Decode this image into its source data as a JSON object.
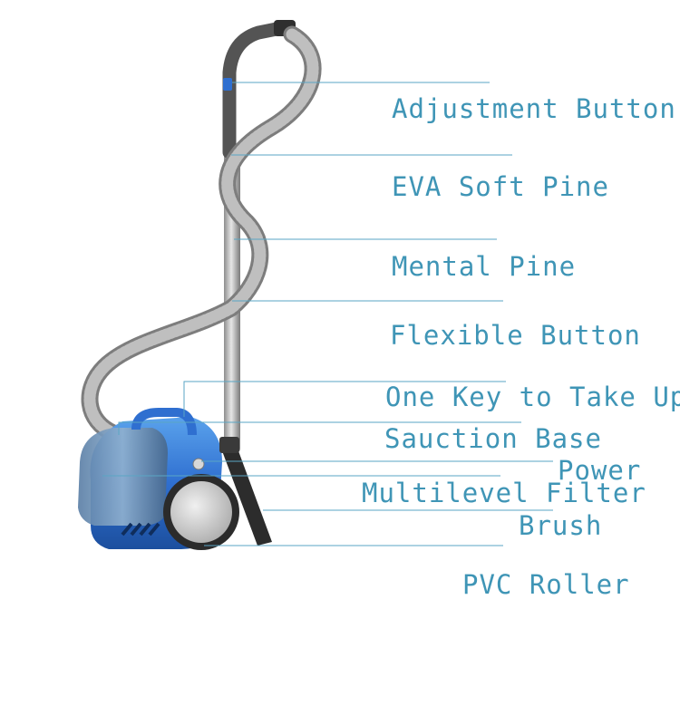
{
  "diagram": {
    "labels": {
      "adjustment_button": "Adjustment Button",
      "eva_soft_pine": "EVA Soft Pine",
      "mental_pine": "Mental Pine",
      "flexible_button": "Flexible Button",
      "one_key": "One Key to Take Up",
      "sauction_base": "Sauction Base",
      "power": "Power",
      "multilevel_filter": "Multilevel Filter",
      "brush": "Brush",
      "pvc_roller": "PVC Roller"
    }
  },
  "colors": {
    "label_text": "#3f95b6",
    "leader_line": "#5aa6c4",
    "body_blue": "#2f6fd0",
    "hose_gray": "#8a8a8a",
    "tube_silver": "#b9b9b9"
  }
}
